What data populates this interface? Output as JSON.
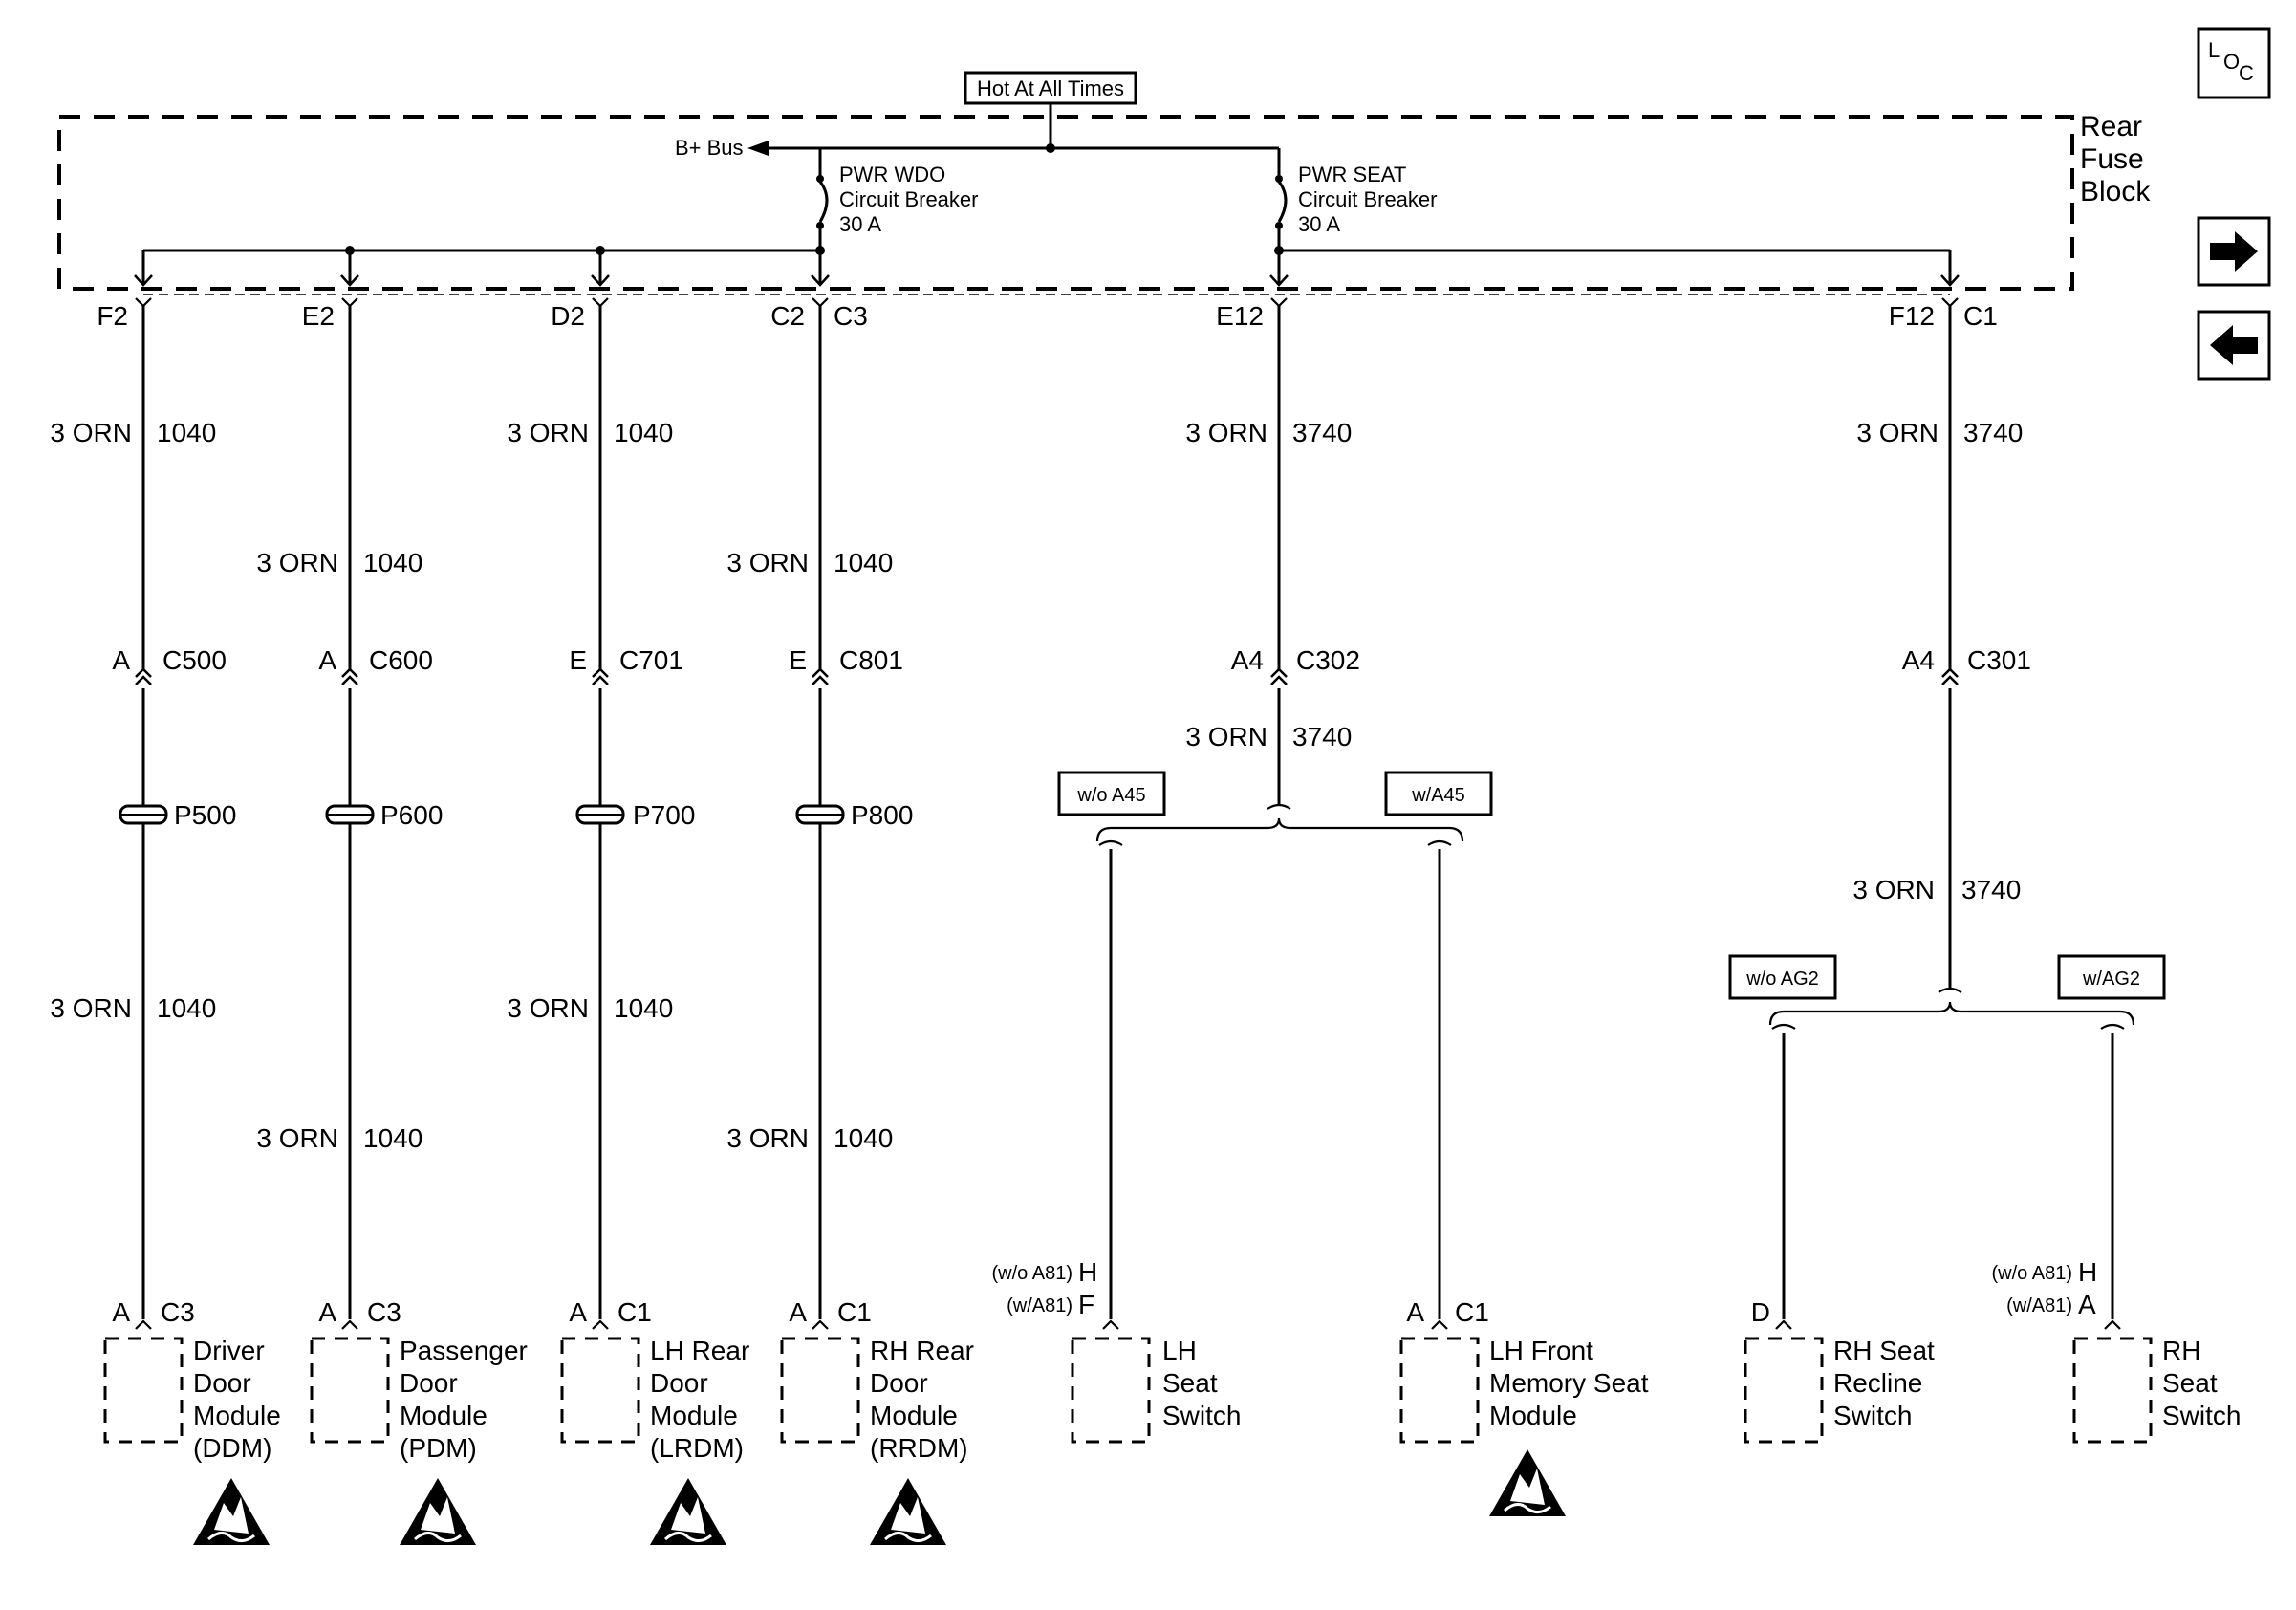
{
  "hot_label": "Hot At All Times",
  "bplus_label": "B+ Bus",
  "fuse_block": {
    "line1": "Rear",
    "line2": "Fuse",
    "line3": "Block"
  },
  "breakers": {
    "wdo": {
      "line1": "PWR WDO",
      "line2": "Circuit Breaker",
      "line3": "30 A"
    },
    "seat": {
      "line1": "PWR SEAT",
      "line2": "Circuit Breaker",
      "line3": "30 A"
    }
  },
  "nav": {
    "loc_l": "L",
    "loc_o": "O",
    "loc_c": "C"
  },
  "wire_color": "3 ORN",
  "circuit_window": "1040",
  "circuit_seat": "3740",
  "terminals": {
    "f2": "F2",
    "e2": "E2",
    "d2": "D2",
    "c2": "C2",
    "c3": "C3",
    "e12": "E12",
    "f12": "F12",
    "c1": "C1"
  },
  "connectors": {
    "c500_pin": "A",
    "c500": "C500",
    "c600_pin": "A",
    "c600": "C600",
    "c701_pin": "E",
    "c701": "C701",
    "c801_pin": "E",
    "c801": "C801",
    "c302_pin": "A4",
    "c302": "C302",
    "c301_pin": "A4",
    "c301": "C301"
  },
  "splices": {
    "p500": "P500",
    "p600": "P600",
    "p700": "P700",
    "p800": "P800"
  },
  "options": {
    "wo_a45": "w/o A45",
    "w_a45": "w/A45",
    "wo_ag2": "w/o AG2",
    "w_ag2": "w/AG2"
  },
  "components": {
    "ddm": {
      "pin": "A",
      "conn": "C3",
      "l1": "Driver",
      "l2": "Door",
      "l3": "Module",
      "l4": "(DDM)"
    },
    "pdm": {
      "pin": "A",
      "conn": "C3",
      "l1": "Passenger",
      "l2": "Door",
      "l3": "Module",
      "l4": "(PDM)"
    },
    "lrdm": {
      "pin": "A",
      "conn": "C1",
      "l1": "LH Rear",
      "l2": "Door",
      "l3": "Module",
      "l4": "(LRDM)"
    },
    "rrdm": {
      "pin": "A",
      "conn": "C1",
      "l1": "RH Rear",
      "l2": "Door",
      "l3": "Module",
      "l4": "(RRDM)"
    },
    "lh_seat": {
      "opt1": "(w/o A81)",
      "pin1": "H",
      "opt2": "(w/A81)",
      "pin2": "F",
      "l1": "LH",
      "l2": "Seat",
      "l3": "Switch"
    },
    "lh_memory": {
      "pin": "A",
      "conn": "C1",
      "l1": "LH Front",
      "l2": "Memory Seat",
      "l3": "Module"
    },
    "rh_recline": {
      "pin": "D",
      "l1": "RH Seat",
      "l2": "Recline",
      "l3": "Switch"
    },
    "rh_seat": {
      "opt1": "(w/o A81)",
      "pin1": "H",
      "opt2": "(w/A81)",
      "pin2": "A",
      "l1": "RH",
      "l2": "Seat",
      "l3": "Switch"
    }
  }
}
